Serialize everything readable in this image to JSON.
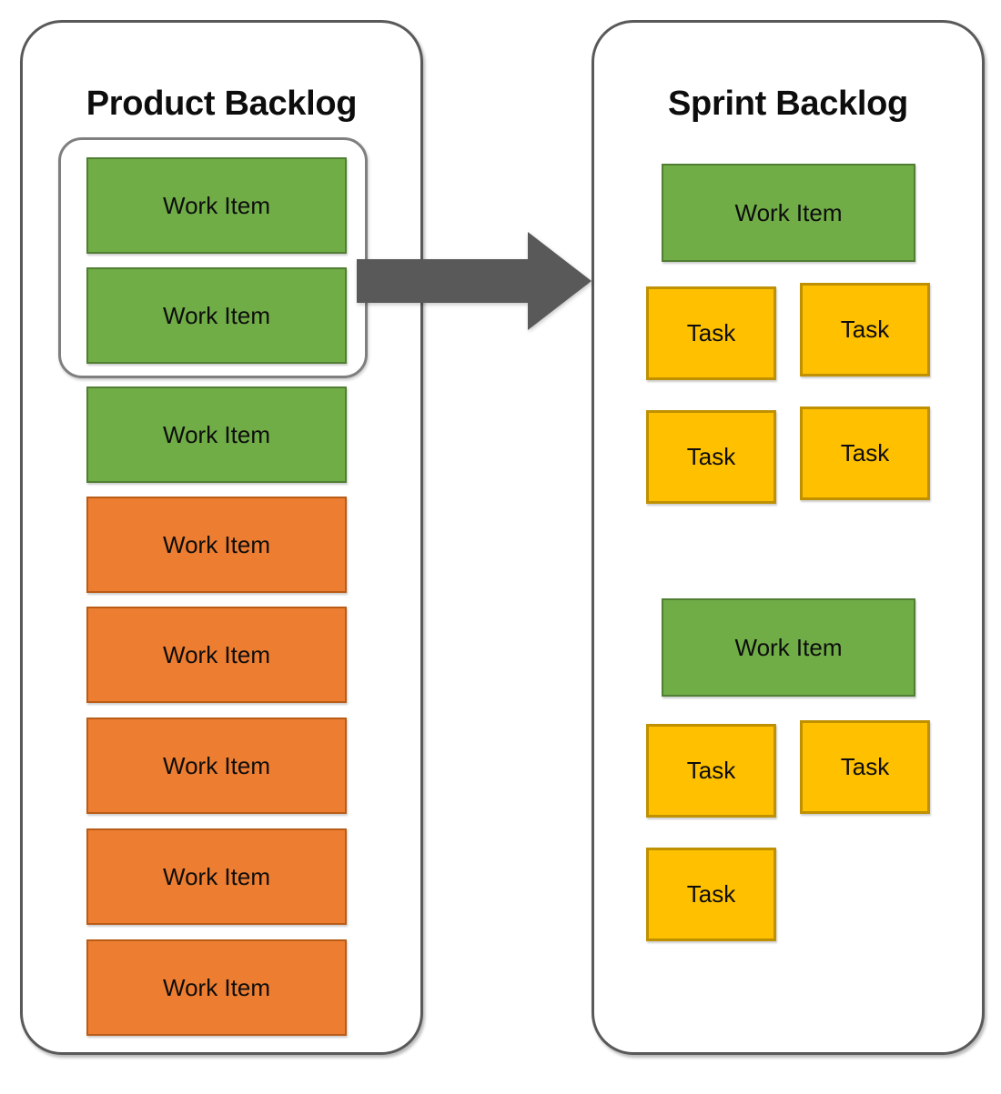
{
  "diagram": {
    "title": "Product Backlog to Sprint Backlog decomposition",
    "colors": {
      "work_item_green": "#70AD47",
      "work_item_green_border": "#507E32",
      "work_item_orange": "#ED7D31",
      "work_item_orange_border": "#B85C17",
      "task_gold": "#FFC000",
      "task_gold_border": "#BF9000",
      "arrow_gray": "#595959",
      "panel_border": "#595959",
      "selection_border": "#7F7F7F",
      "background": "#FFFFFF",
      "text": "#0D0D0D"
    }
  },
  "product_backlog": {
    "title": "Product Backlog",
    "selection": {
      "label": "selected-items-highlight"
    },
    "items": [
      {
        "label": "Work Item",
        "status": "selected",
        "color": "green"
      },
      {
        "label": "Work Item",
        "status": "selected",
        "color": "green"
      },
      {
        "label": "Work Item",
        "status": "ready",
        "color": "green"
      },
      {
        "label": "Work Item",
        "status": "backlog",
        "color": "orange"
      },
      {
        "label": "Work Item",
        "status": "backlog",
        "color": "orange"
      },
      {
        "label": "Work Item",
        "status": "backlog",
        "color": "orange"
      },
      {
        "label": "Work Item",
        "status": "backlog",
        "color": "orange"
      },
      {
        "label": "Work Item",
        "status": "backlog",
        "color": "orange"
      }
    ]
  },
  "arrow": {
    "name": "transfer-arrow",
    "direction": "right",
    "color": "#595959"
  },
  "sprint_backlog": {
    "title": "Sprint Backlog",
    "groups": [
      {
        "work_item": {
          "label": "Work Item",
          "color": "green"
        },
        "tasks": [
          {
            "label": "Task"
          },
          {
            "label": "Task"
          },
          {
            "label": "Task"
          },
          {
            "label": "Task"
          }
        ]
      },
      {
        "work_item": {
          "label": "Work Item",
          "color": "green"
        },
        "tasks": [
          {
            "label": "Task"
          },
          {
            "label": "Task"
          },
          {
            "label": "Task"
          }
        ]
      }
    ]
  }
}
